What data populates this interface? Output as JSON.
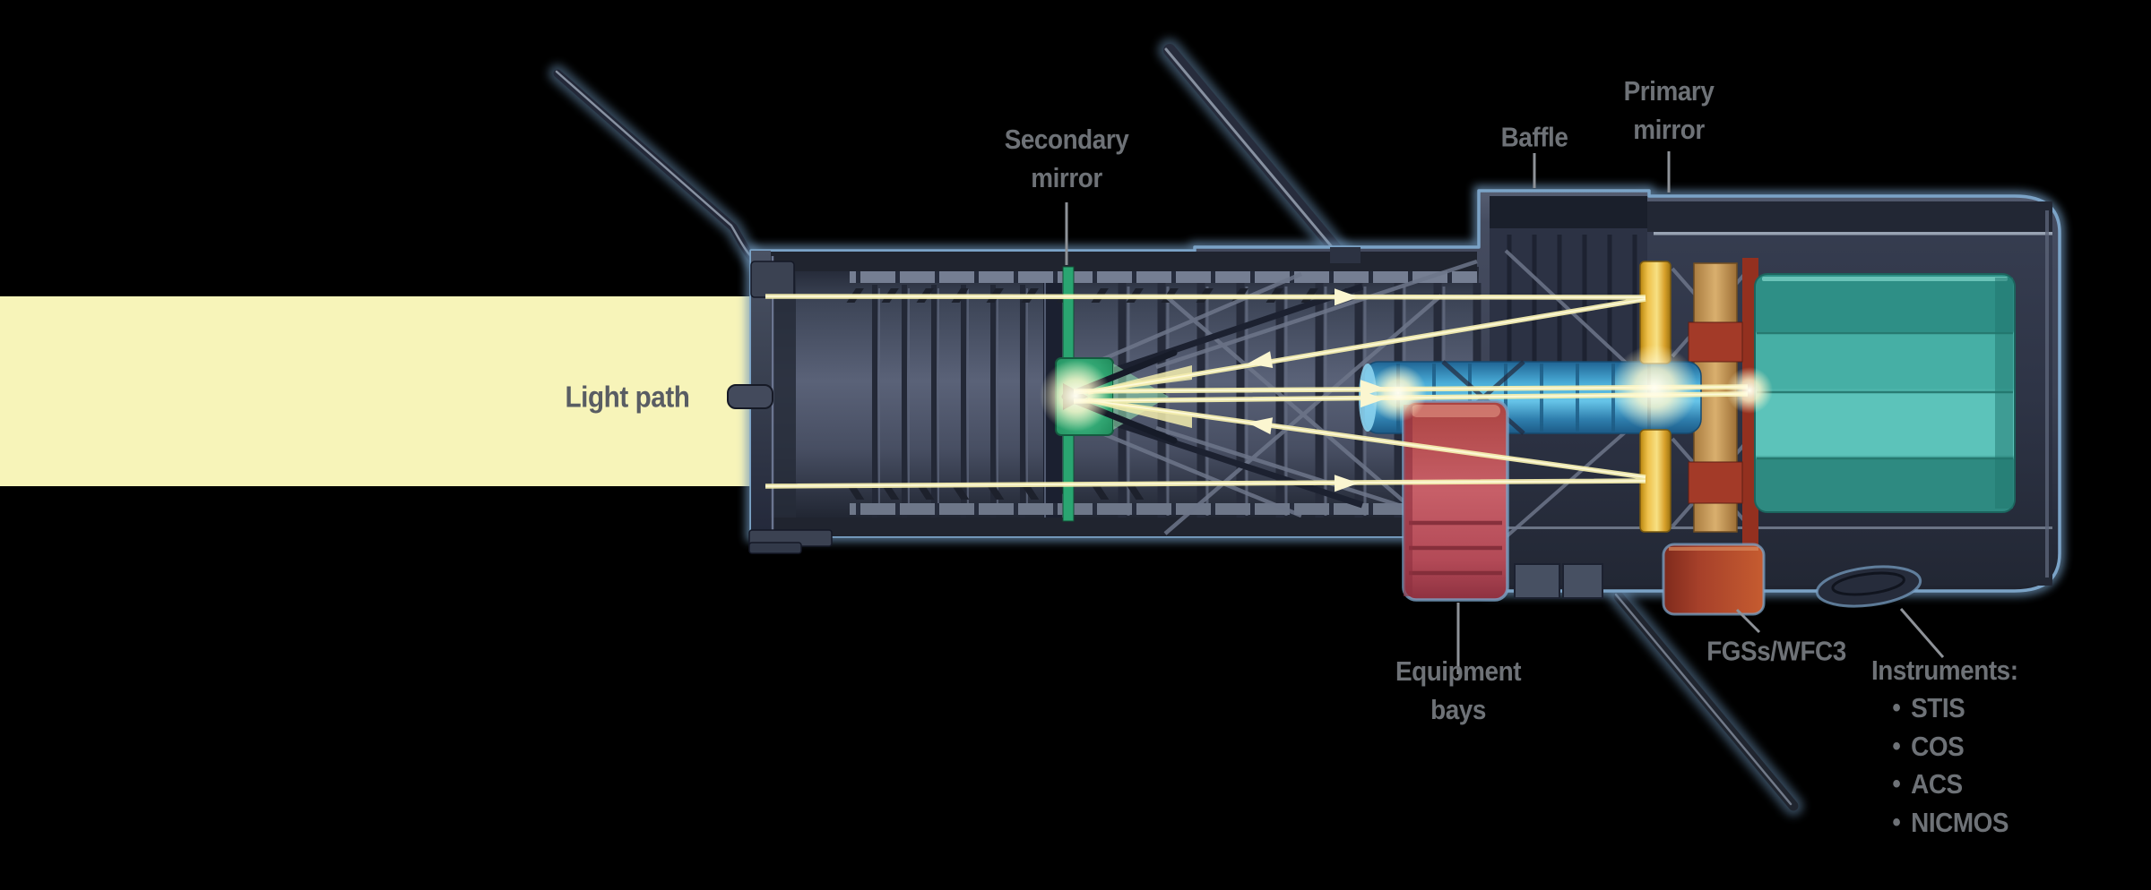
{
  "figure": {
    "description": "Cutaway diagram of the Hubble Space Telescope showing the light path through the optical telescope assembly"
  },
  "colors": {
    "beam": "#f7f4b9",
    "ray": "#f3edae",
    "outline": "#7ba3c7",
    "label_gray": "#6e7277",
    "label_dark": "#595d63",
    "leader": "#8e9298",
    "secondary_green": "#2aa571",
    "primary_gold": "#e9b93c",
    "tube_blue": "#3d9bca",
    "instruments_teal": "#46afa5",
    "equipment_red": "#b84b52",
    "fgs_red": "#a6402a",
    "hull": "#3c4254"
  },
  "labels": {
    "light_path": "Light path",
    "secondary_mirror": {
      "line1": "Secondary",
      "line2": "mirror"
    },
    "baffle": "Baffle",
    "primary_mirror": {
      "line1": "Primary",
      "line2": "mirror"
    },
    "equipment_bays": {
      "line1": "Equipment",
      "line2": "bays"
    },
    "fgs_wfc3": "FGSs/WFC3",
    "instruments": {
      "heading": "Instruments:",
      "bullet": "•",
      "items": [
        "STIS",
        "COS",
        "ACS",
        "NICMOS"
      ]
    }
  }
}
